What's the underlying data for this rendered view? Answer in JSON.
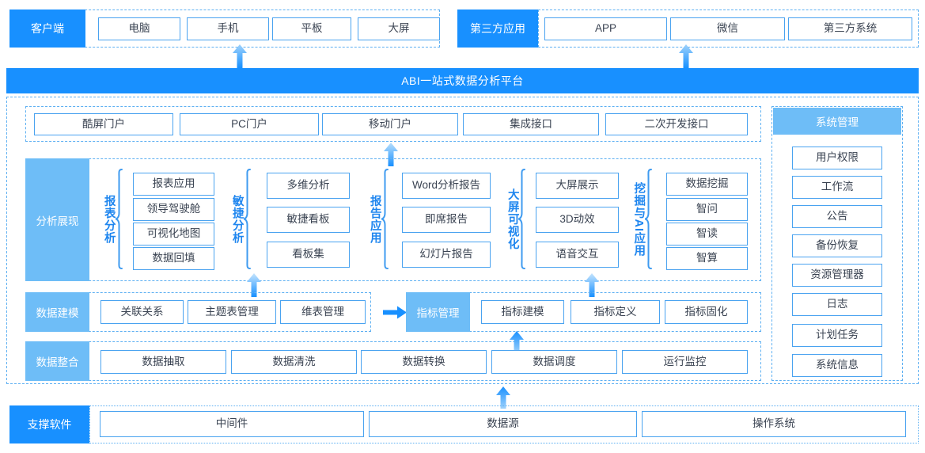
{
  "diagram": {
    "title": "ABI一站式数据分析平台",
    "colors": {
      "primary_blue": "#1890ff",
      "soft_blue": "#6ebdf7",
      "border_blue": "#4aa3f0",
      "dash_blue": "#5eb0f2",
      "text_dark": "#3a4352"
    }
  },
  "client_band": {
    "label": "客户端",
    "items": [
      {
        "label": "电脑"
      },
      {
        "label": "手机"
      },
      {
        "label": "平板"
      },
      {
        "label": "大屏"
      }
    ]
  },
  "third_party_band": {
    "label": "第三方应用",
    "items": [
      {
        "label": "APP"
      },
      {
        "label": "微信"
      },
      {
        "label": "第三方系统"
      }
    ]
  },
  "portal_row": {
    "items": [
      {
        "label": "酷屏门户"
      },
      {
        "label": "PC门户"
      },
      {
        "label": "移动门户"
      },
      {
        "label": "集成接口"
      },
      {
        "label": "二次开发接口"
      }
    ]
  },
  "analysis_row": {
    "label": "分析展现",
    "groups": [
      {
        "vlabel": "报表分析",
        "items": [
          {
            "label": "报表应用"
          },
          {
            "label": "领导驾驶舱"
          },
          {
            "label": "可视化地图"
          },
          {
            "label": "数据回填"
          }
        ]
      },
      {
        "vlabel": "敏捷分析",
        "items": [
          {
            "label": "多维分析"
          },
          {
            "label": "敏捷看板"
          },
          {
            "label": "看板集"
          }
        ]
      },
      {
        "vlabel": "报告应用",
        "items": [
          {
            "label": "Word分析报告"
          },
          {
            "label": "即席报告"
          },
          {
            "label": "幻灯片报告"
          }
        ]
      },
      {
        "vlabel": "大屏可视化",
        "items": [
          {
            "label": "大屏展示"
          },
          {
            "label": "3D动效"
          },
          {
            "label": "语音交互"
          }
        ]
      },
      {
        "vlabel": "挖掘与AI应用",
        "items": [
          {
            "label": "数据挖掘"
          },
          {
            "label": "智问"
          },
          {
            "label": "智读"
          },
          {
            "label": "智算"
          }
        ]
      }
    ]
  },
  "modeling_row": {
    "label": "数据建模",
    "items": [
      {
        "label": "关联关系"
      },
      {
        "label": "主题表管理"
      },
      {
        "label": "维表管理"
      }
    ],
    "metric_label": "指标管理",
    "metric_items": [
      {
        "label": "指标建模"
      },
      {
        "label": "指标定义"
      },
      {
        "label": "指标固化"
      }
    ]
  },
  "integration_row": {
    "label": "数据整合",
    "items": [
      {
        "label": "数据抽取"
      },
      {
        "label": "数据清洗"
      },
      {
        "label": "数据转换"
      },
      {
        "label": "数据调度"
      },
      {
        "label": "运行监控"
      }
    ]
  },
  "system_panel": {
    "label": "系统管理",
    "items": [
      {
        "label": "用户权限"
      },
      {
        "label": "工作流"
      },
      {
        "label": "公告"
      },
      {
        "label": "备份恢复"
      },
      {
        "label": "资源管理器"
      },
      {
        "label": "日志"
      },
      {
        "label": "计划任务"
      },
      {
        "label": "系统信息"
      }
    ]
  },
  "support_row": {
    "label": "支撑软件",
    "items": [
      {
        "label": "中间件"
      },
      {
        "label": "数据源"
      },
      {
        "label": "操作系统"
      }
    ]
  }
}
